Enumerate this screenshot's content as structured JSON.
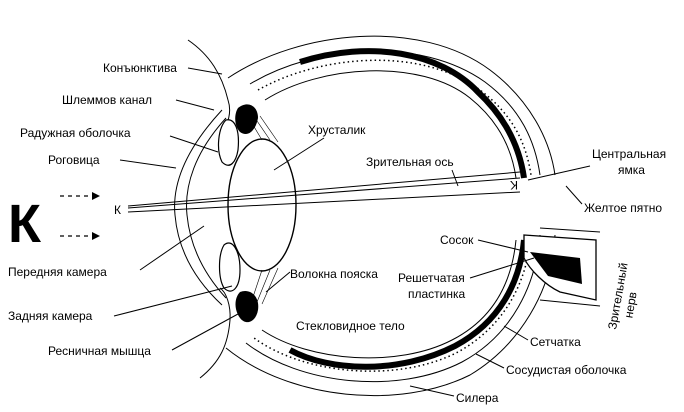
{
  "big_letter": "К",
  "small_letter": "К",
  "labels": {
    "conjunctiva": "Конъюнктива",
    "schlemm_canal": "Шлеммов канал",
    "iris": "Радужная оболочка",
    "cornea": "Роговица",
    "anterior_chamber": "Передняя камера",
    "posterior_chamber": "Задняя камера",
    "ciliary_muscle": "Ресничная мышца",
    "lens": "Хрусталик",
    "zonule_fibers": "Волокна пояска",
    "vitreous": "Стекловидное тело",
    "visual_axis": "Зрительная ось",
    "fovea_line1": "Центральная",
    "fovea_line2": "ямка",
    "macula": "Желтое пятно",
    "nipple": "Сосок",
    "lamina_line1": "Решетчатая",
    "lamina_line2": "пластинка",
    "retina": "Сетчатка",
    "choroid": "Сосудистая оболочка",
    "sclera": "Силера",
    "optic_nerve_line1": "Зрительный",
    "optic_nerve_line2": "нерв"
  }
}
